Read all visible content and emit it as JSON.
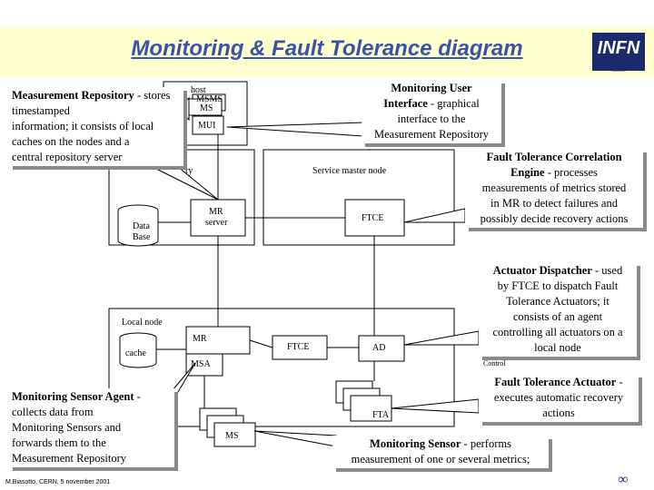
{
  "title": "Monitoring & Fault Tolerance diagram",
  "logo_text": "INFN",
  "logo_subtext": "Istituto Nazionale di Fisica Nucleare",
  "nodes": {
    "host_fragment": "host",
    "msms_fragment": "MSMS",
    "ms_fragment": "MS",
    "mui": "MUI",
    "repository_fragment": "ry",
    "service_master": "Service master node",
    "data_base_1": "Data",
    "data_base_2": "Base",
    "mr_server_1": "MR",
    "mr_server_2": "server",
    "ftce_top": "FTCE",
    "local_node": "Local node",
    "cache": "cache",
    "mr_local": "MR",
    "msa": "MSA",
    "ftce_local": "FTCE",
    "ad": "AD",
    "control": "Control",
    "fta": "FTA",
    "ms_bottom": "MS"
  },
  "callouts": {
    "mr_title": "Measurement Repository",
    "mr_text_1": "- stores timestamped",
    "mr_text_2": "information; it consists of local",
    "mr_text_3": "caches on the nodes and a",
    "mr_text_4": "central repository server",
    "mui_title": "Monitoring User",
    "mui_title_2": "Interface",
    "mui_text_1": "- graphical",
    "mui_text_2": "interface to the",
    "mui_text_3": "Measurement Repository",
    "ftce_title": "Fault Tolerance Correlation",
    "ftce_title_2": "Engine",
    "ftce_text_1": "- processes",
    "ftce_text_2": "measurements of metrics stored",
    "ftce_text_3": "in MR to detect failures and",
    "ftce_text_4": "possibly decide recovery actions",
    "ad_title": "Actuator Dispatcher",
    "ad_text_1": "- used",
    "ad_text_2": "by FTCE to dispatch Fault",
    "ad_text_3": "Tolerance Actuators; it",
    "ad_text_4": "consists of an agent",
    "ad_text_5": "controlling all actuators on a",
    "ad_text_6": "local node",
    "fta_title": "Fault Tolerance Actuator",
    "fta_text_1": "-",
    "fta_text_2": "executes automatic recovery",
    "fta_text_3": "actions",
    "msa_title": "Monitoring Sensor Agent",
    "msa_text_1": "-",
    "msa_text_2": "collects data from",
    "msa_text_3": "Monitoring Sensors and",
    "msa_text_4": "forwards them to the",
    "msa_text_5": "Measurement Repository",
    "ms_title": "Monitoring Sensor",
    "ms_text_1": "- performs",
    "ms_text_2": "measurement of one or several metrics;"
  },
  "footer": "M.Biasotto, CERN, 5 november 2001",
  "colors": {
    "title": "#3a52a8",
    "title_band": "#ffffd0",
    "logo_bg": "#1a2a6c"
  }
}
